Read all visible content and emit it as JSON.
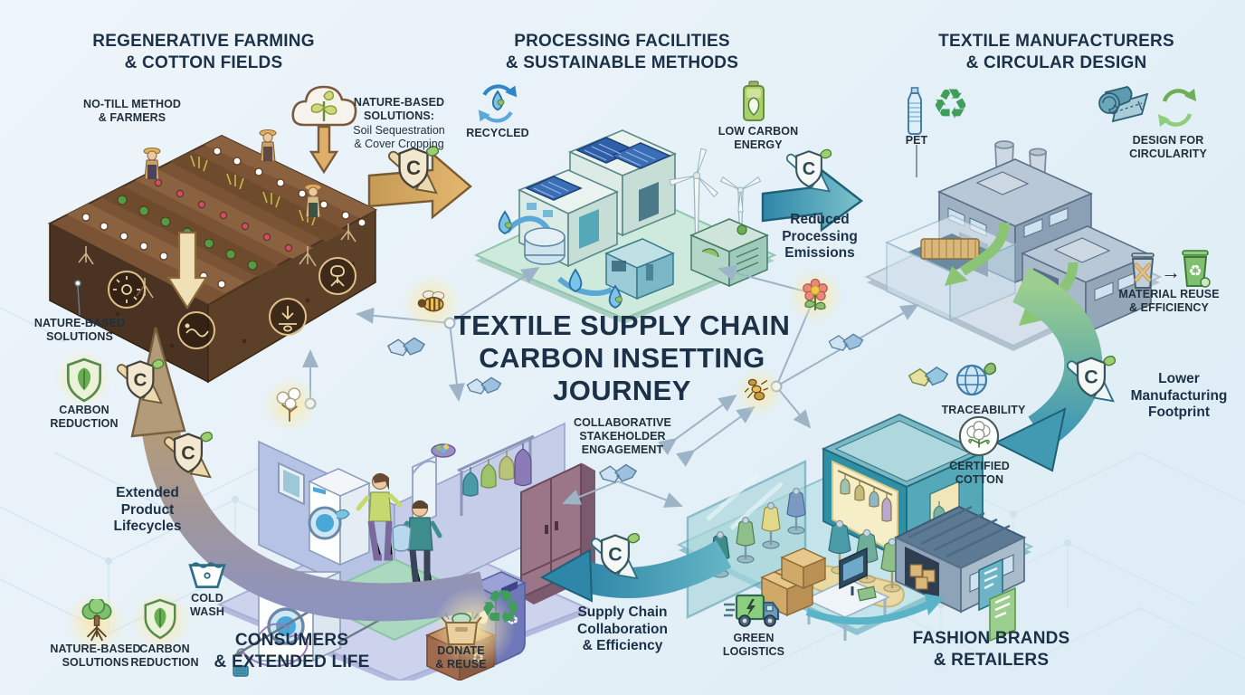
{
  "center": {
    "title": "TEXTILE SUPPLY CHAIN\nCARBON INSETTING\nJOURNEY",
    "engagement": "COLLABORATIVE\nSTAKEHOLDER\nENGAGEMENT"
  },
  "farm": {
    "heading": "REGENERATIVE FARMING\n& COTTON FIELDS",
    "no_till": "NO-TILL METHOD\n& FARMERS",
    "nature_solutions_title": "NATURE-BASED\nSOLUTIONS:",
    "nature_solutions_sub": "Soil Sequestration\n& Cover Cropping",
    "nature_solutions_soil": "NATURE-BASED\nSOLUTIONS"
  },
  "processing": {
    "heading": "PROCESSING FACILITIES\n& SUSTAINABLE METHODS",
    "recycled": "RECYCLED",
    "low_carbon_energy": "LOW CARBON\nENERGY",
    "reduced_emissions": "Reduced\nProcessing\nEmissions"
  },
  "manufacturers": {
    "heading": "TEXTILE MANUFACTURERS\n& CIRCULAR DESIGN",
    "pet": "PET",
    "design_circularity": "DESIGN FOR\nCIRCULARITY",
    "material_reuse": "MATERIAL REUSE\n& EFFICIENCY",
    "lower_footprint": "Lower\nManufacturing\nFootprint"
  },
  "consumers": {
    "heading": "CONSUMERS\n& EXTENDED LIFE",
    "extended_lifecycles": "Extended\nProduct\nLifecycles",
    "carbon_reduction_upper": "CARBON\nREDUCTION",
    "cold_wash": "COLD\nWASH",
    "nature_based": "NATURE-BASED\nSOLUTIONS",
    "carbon_reduction_lower": "CARBON\nREDUCTION",
    "donate_reuse": "DONATE\n& REUSE"
  },
  "brands": {
    "heading": "FASHION BRANDS\n& RETAILERS",
    "supply_chain": "Supply Chain\nCollaboration\n& Efficiency",
    "green_logistics": "GREEN\nLOGISTICS",
    "traceability": "TRACEABILITY",
    "certified_cotton": "CERTIFIED\nCOTTON"
  },
  "icons": {
    "recycle_symbol": "♻",
    "arrow_right": "→",
    "carbon_letter": "C"
  },
  "colors": {
    "heading_text": "#1c3147",
    "label_text": "#22303c",
    "arrow_tan": "#d9a85f",
    "arrow_teal": "#3f98b5",
    "arrow_green": "#8fc98a",
    "arrow_purple": "#8e93bd",
    "background": "#e9f2f8"
  }
}
